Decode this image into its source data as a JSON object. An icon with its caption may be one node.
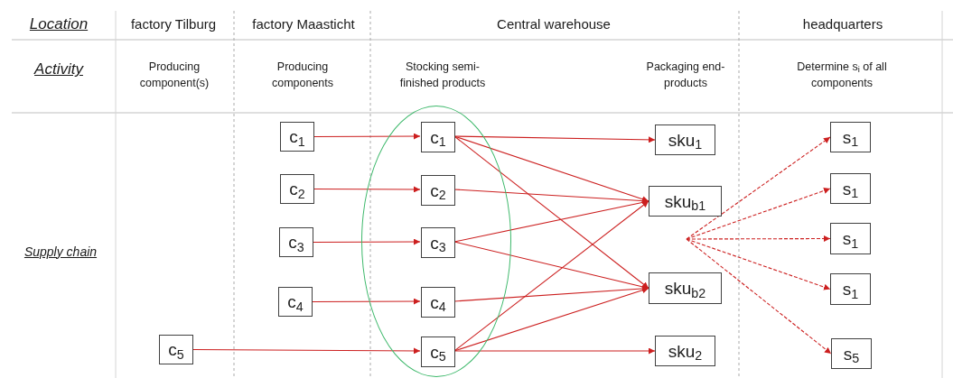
{
  "diagram": {
    "nodes": [
      {
        "text": [
          "c$_{1}$"
        ]
      },
      {
        "text": [
          "c$_{2}$"
        ]
      },
      {
        "text": [
          "c$_{3}$"
        ]
      },
      {
        "text": [
          "c$_{4}$"
        ]
      },
      {
        "text": [
          "c$_{5}$"
        ]
      },
      {
        "text": [],
        "shape": "ellipse"
      },
      {
        "text": [
          "c$_{1}$"
        ],
        "in": 5
      },
      {
        "text": [
          "c$_{2}$"
        ],
        "in": 5
      },
      {
        "text": [
          "c$_{3}$"
        ],
        "in": 5
      },
      {
        "text": [
          "c$_{4}$"
        ],
        "in": 5
      },
      {
        "text": [
          "c$_{5}$"
        ],
        "in": 5
      },
      {
        "text": [
          "sku$_{1}$"
        ]
      },
      {
        "text": [
          "sku$_{b1}$"
        ]
      },
      {
        "text": [
          "sku$_{b2}$"
        ]
      },
      {
        "text": [
          "sku$_{2}$"
        ]
      },
      {
        "text": [
          "s$_{1}$"
        ]
      },
      {
        "text": [
          "s$_{1}$"
        ]
      },
      {
        "text": [
          "s$_{1}$"
        ]
      },
      {
        "text": [
          "s$_{1}$"
        ]
      },
      {
        "text": [
          "s$_{5}$"
        ]
      }
    ],
    "edges": [
      {
        "from": 0,
        "to": 6,
        "arrow": "to"
      },
      {
        "from": 1,
        "to": 7,
        "arrow": "to"
      },
      {
        "from": 2,
        "to": 8,
        "arrow": "to"
      },
      {
        "from": 3,
        "to": 9,
        "arrow": "to"
      },
      {
        "from": 4,
        "to": 10,
        "arrow": "to"
      },
      {
        "from": 6,
        "to": 11,
        "arrow": "to"
      },
      {
        "from": 6,
        "to": 12,
        "arrow": "to"
      },
      {
        "from": 6,
        "to": 13,
        "arrow": "to"
      },
      {
        "from": 7,
        "to": 12,
        "arrow": "to"
      },
      {
        "from": 8,
        "to": 12,
        "arrow": "to"
      },
      {
        "from": 8,
        "to": 13,
        "arrow": "to"
      },
      {
        "from": 9,
        "to": 13,
        "arrow": "to"
      },
      {
        "from": 10,
        "to": 12,
        "arrow": "to"
      },
      {
        "from": 10,
        "to": 13,
        "arrow": "to"
      },
      {
        "from": 10,
        "to": 14,
        "arrow": "to"
      },
      {
        "from": null,
        "to": 15,
        "arrow": "to",
        "style": "dashed"
      },
      {
        "from": null,
        "to": 16,
        "arrow": "to",
        "style": "dashed"
      },
      {
        "from": null,
        "to": 17,
        "arrow": "to",
        "style": "dashed"
      },
      {
        "from": null,
        "to": 18,
        "arrow": "to",
        "style": "dashed"
      },
      {
        "from": null,
        "to": 19,
        "arrow": "to",
        "style": "dashed"
      }
    ],
    "labels": [
      "Location",
      "factory Tilburg",
      "factory Maasticht",
      "Central warehouse",
      "headquarters",
      "Activity",
      "Producing component(s)",
      "Producing components",
      "Stocking semi-finished products",
      "Packaging end-products",
      "Determine s$_{i}$ of all components",
      "Supply chain"
    ]
  }
}
